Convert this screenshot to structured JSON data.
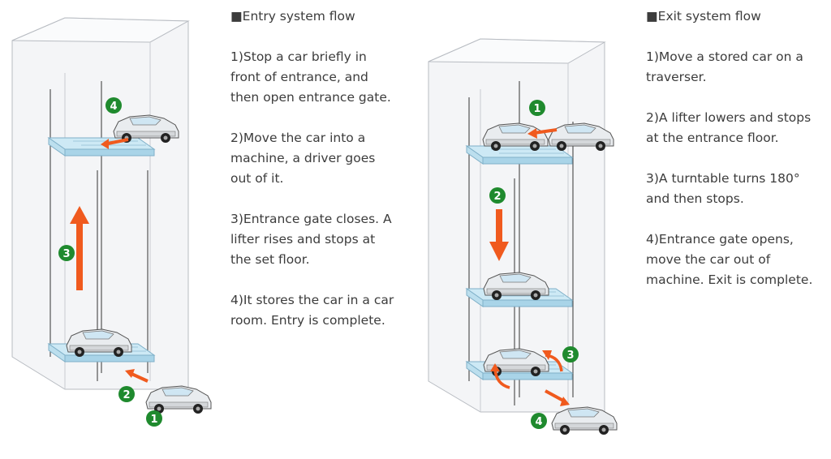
{
  "entry": {
    "heading": "■Entry system flow",
    "steps": [
      [
        "1)Stop a car briefly in",
        "front of entrance, and",
        "then open entrance gate."
      ],
      [
        "2)Move the car into a",
        "machine, a driver goes",
        "out of it."
      ],
      [
        "3)Entrance gate closes. A",
        "lifter rises and stops at",
        "the set floor."
      ],
      [
        "4)It stores the car in a car",
        "room. Entry is complete."
      ]
    ]
  },
  "exit": {
    "heading": "■Exit system flow",
    "steps": [
      [
        "1)Move a stored car on a",
        "traverser."
      ],
      [
        "2)A lifter lowers and stops",
        "at the entrance floor."
      ],
      [
        "3)A turntable turns 180°",
        "and then stops."
      ],
      [
        "4)Entrance gate opens,",
        "move the car out of",
        "machine. Exit is complete."
      ]
    ]
  },
  "markers": {
    "entry": [
      "1",
      "2",
      "3",
      "4"
    ],
    "exit": [
      "1",
      "2",
      "3",
      "4"
    ]
  },
  "colors": {
    "arrow": "#f05a1e",
    "marker": "#1f8a2e",
    "platform": "#bfe3f2",
    "building": "#f1f2f4"
  }
}
